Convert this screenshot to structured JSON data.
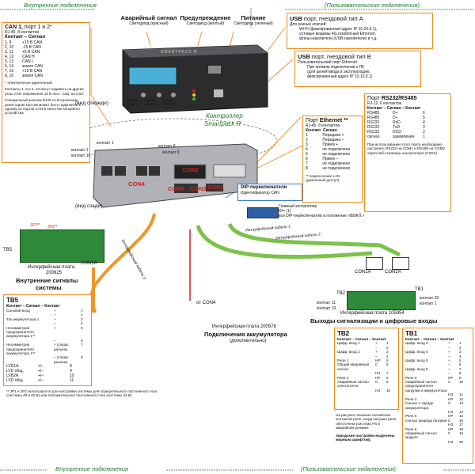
{
  "headers": {
    "int_top": "Внутренние подключения",
    "user_top": "(Пользовательские подключения)",
    "int_bottom": "Внутренние подключения",
    "user_bottom": "(Пользовательские подключения)"
  },
  "top_leds": {
    "alarm": {
      "title": "Аварийный сигнал",
      "sub": "Светодиод (красный)"
    },
    "warn": {
      "title": "Предупреждение",
      "sub": "Светодиод (желтый)"
    },
    "power": {
      "title": "Питание",
      "sub": "Светодиод (зеленый)"
    }
  },
  "can_box": {
    "title": "CAN 1,",
    "title2": " порт 1 и 2*",
    "sub": "RJ-45, 8 контактов",
    "header": "Контакт – Сигнал",
    "rows": [
      [
        "1, 9",
        "+15 В CAN"
      ],
      [
        "2, 10",
        "-15 В CAN"
      ],
      [
        "3, 11",
        "+5 В CAN"
      ],
      [
        "4, 12",
        "CAN H"
      ],
      [
        "5, 13",
        "CAN L"
      ],
      [
        "6, 14",
        "земля CAN"
      ],
      [
        "7, 15",
        "+15 В CAN"
      ],
      [
        "8, 16",
        "земля CAN"
      ]
    ],
    "note1": "* Электрически идентичный",
    "note2": "Контакты 1, 9 и 2, 10 могут подавать на другие узлы CAN напряжение 15 В пост. тока, на 0,5А",
    "note3": "Специальный разъем RJ45 со встроенным резистором 120 Ом может быть подключен к одному из портов CAN в качестве концевого устройства."
  },
  "usb_a": {
    "title": "USB",
    "title2": " порт, гнездовой тип А",
    "l1": "Для разных ключей:",
    "l2": "Wi-Fi (фиксированный адрес IP 10.20.0.1),",
    "l3": "сотовые модемы 4G,гигабитный Ethernet,",
    "l4": "флеш-накопители (USB-накопители) и т.д."
  },
  "usb_b": {
    "title": "USB",
    "title2": " порт, гнездовой тип В",
    "l1": "Пользовательский порт Ethernet",
    "l2": "При прямом подключении к ПК",
    "l3": "(для целей ввода в эксплуатацию;",
    "l4": "фиксированный адрес IP 10.10.0.1)"
  },
  "controller": {
    "front": "(вид спереди)",
    "back": "(вид сзади)",
    "label": "Контроллер",
    "name": "Smartpack R",
    "model": "SMARTPACK R",
    "btn1": "Кнопка «Вниз»",
    "btn2": "Кнопка «Вверх»",
    "btn3": "Кнопка «Enter»"
  },
  "eth_box": {
    "title": "Порт",
    "title2": "Ethernet **",
    "sub": "RJ-45, 8 контактов",
    "h1": "Контакт",
    "h2": "Сигнал",
    "rows": [
      [
        "1",
        "Передача +"
      ],
      [
        "2",
        "Передача –"
      ],
      [
        "3",
        "Прием +"
      ],
      [
        "4",
        "не подключено"
      ],
      [
        "5",
        "не подключено"
      ],
      [
        "6",
        "Прием –"
      ],
      [
        "7",
        "не подключено"
      ],
      [
        "8",
        "не подключено"
      ]
    ],
    "note": "** подключение LAN (удаленный доступ)"
  },
  "rs_box": {
    "title": "Порт",
    "title2": "RS232/RS485",
    "sub": "RJ-12, 6 контактов",
    "header": "Контакт – Сигнал – Контакт",
    "rows": [
      [
        "RS485",
        "D+",
        "6"
      ],
      [
        "RS485",
        "D–",
        "5"
      ],
      [
        "RS232",
        "RxD",
        "4"
      ],
      [
        "RS232",
        "TxD",
        "3"
      ],
      [
        "RS232",
        "DCD",
        "2"
      ],
      [
        "сигнал",
        "заземление",
        "1"
      ]
    ],
    "note": "При использовании этого порта необходимо настроить RS232 на COM1 и RS485 на COM2 через веб-страницы контроллера (CWUI)."
  },
  "dip": {
    "title": "DIP-переключатели",
    "sub": "Идентификатор CAN",
    "main": "Главный контроллер",
    "main2": "ID=  (1)",
    "main3": "все DIP-переключатели в положение «ВЫКЛ.»"
  },
  "ports": {
    "con2": "CON2",
    "con4": "CON4",
    "con5": "CON5",
    "con3": "CON3",
    "con1": "CON1",
    "c1": "контакт 1",
    "c8": "контакт 8",
    "c9": "контакт 9",
    "c16": "контакт 16",
    "con1a": "CON1A",
    "con2a": "CON2A",
    "con5a": "CON5A",
    "jp1": "JP1**",
    "jp2": "JP2**",
    "tb5": "TB5",
    "tb1": "TB1",
    "tb2": "TB2",
    "k20": "контакт 20",
    "k1": "контакт 1",
    "k10": "контакт 10",
    "k11": "контакт 11"
  },
  "cables": {
    "c1": "Интерфейсный кабель 1",
    "c2": "Интерфейсный кабель 2",
    "c3": "Интерфейсный кабель 3",
    "from4": "от CON4"
  },
  "board1": {
    "name": "Интерфейсная плата",
    "num": "200625",
    "title": "Внутренние сигналы",
    "title2": "системы"
  },
  "board2": {
    "name": "Интерфейсная плата 200576",
    "title": "Подключения аккумулятора",
    "title2": "(дополнительно)"
  },
  "board3": {
    "name": "Интерфейсная плата 105954",
    "title": "Выходы сигнализации и цифровые входы"
  },
  "tb5": {
    "title": "TB5",
    "header": "Контакт – Сигнал – Контакт",
    "rows": [
      [
        "Силовой вход",
        "+",
        "1"
      ],
      [
        "",
        "–",
        "2"
      ],
      [
        "Ток аккумулятора 1",
        "+",
        "3"
      ],
      [
        "",
        "–",
        "4"
      ],
      [
        "Несимметрия предохранителя аккумулятора 1**",
        "+",
        "5"
      ],
      [
        "",
        "–",
        "6"
      ],
      [
        "Несимметрия предохранителя аккумулятора 1**",
        "+ (справ. разъем)",
        "7"
      ],
      [
        "",
        "– (справ. разъем)",
        "8"
      ]
    ],
    "rows2": [
      [
        "LVD1A",
        "+/–",
        "8"
      ],
      [
        "LVD общ.",
        "+/–",
        "9"
      ],
      [
        "LVB2A",
        "+/–",
        "10"
      ],
      [
        "LVD общ.",
        "+/–",
        "11"
      ]
    ],
    "note": "** JP1 и JP2  используются для настройки системы для отрицательного постоянного тока (системы 48 и 60 В) или положительного постоянного тока (системы 24 В)"
  },
  "tb2": {
    "title": "TB2",
    "header": "Контакт – Сигнал – Контакт",
    "rows": [
      [
        "Цифр. вход 1",
        "+",
        "1"
      ],
      [
        "",
        "–",
        "2"
      ],
      [
        "Цифр. вход 2",
        "+",
        "3"
      ],
      [
        "",
        "–",
        "4"
      ],
      [
        "Реле 1",
        "НР",
        "5"
      ],
      [
        "Общий аварийный сигнал",
        "С",
        "6"
      ],
      [
        "",
        "НЗ",
        "7"
      ],
      [
        "Реле 2",
        "НР",
        "8"
      ],
      [
        "Аварийный сигнал электросети",
        "С",
        "9"
      ],
      [
        "",
        "НЗ",
        "10"
      ]
    ],
    "note": "На рисунке показано положение контактов реле, когда катушка реле обесточена (система PS в аварийном режиме.",
    "note2": "Заводские настройки выделены жирным шрифтом)."
  },
  "tb1": {
    "title": "TB1",
    "header": "Контакт – Сигнал – Контакт",
    "rows": [
      [
        "Цифр. вход 3",
        "+",
        "1"
      ],
      [
        "",
        "–",
        "2"
      ],
      [
        "Цифр. вход 4",
        "+",
        "3"
      ],
      [
        "",
        "–",
        "4"
      ],
      [
        "Цифр. вход 5",
        "+",
        "5"
      ],
      [
        "",
        "–",
        "6"
      ],
      [
        "Цифр. вход 6",
        "+",
        "7"
      ],
      [
        "",
        "–",
        "8"
      ],
      [
        "Реле 3",
        "НР",
        "9"
      ],
      [
        "Аварийный сигнал предохранителя нагрузки и аккумулятора",
        "С",
        "10"
      ],
      [
        "",
        "НЗ",
        "11"
      ],
      [
        "Реле 4",
        "НР",
        "12"
      ],
      [
        "Сигнал о заряде аккумулятора",
        "С",
        "13"
      ],
      [
        "",
        "НЗ",
        "14"
      ],
      [
        "Реле 5",
        "НР",
        "15"
      ],
      [
        "Сигнал разряда батареи",
        "С",
        "16"
      ],
      [
        "",
        "НЗ",
        "17"
      ],
      [
        "Реле 6",
        "НР",
        "18"
      ],
      [
        "Аварийный сигнал модуля",
        "С",
        "19"
      ],
      [
        "",
        "НЗ",
        "20"
      ]
    ]
  },
  "colors": {
    "orange": "#f08a1c",
    "green": "#1d7a2a",
    "blue": "#3a7fd0",
    "cable_green": "#7cc24a",
    "cable_orange": "#f0962a",
    "cable_red": "#d02020"
  }
}
